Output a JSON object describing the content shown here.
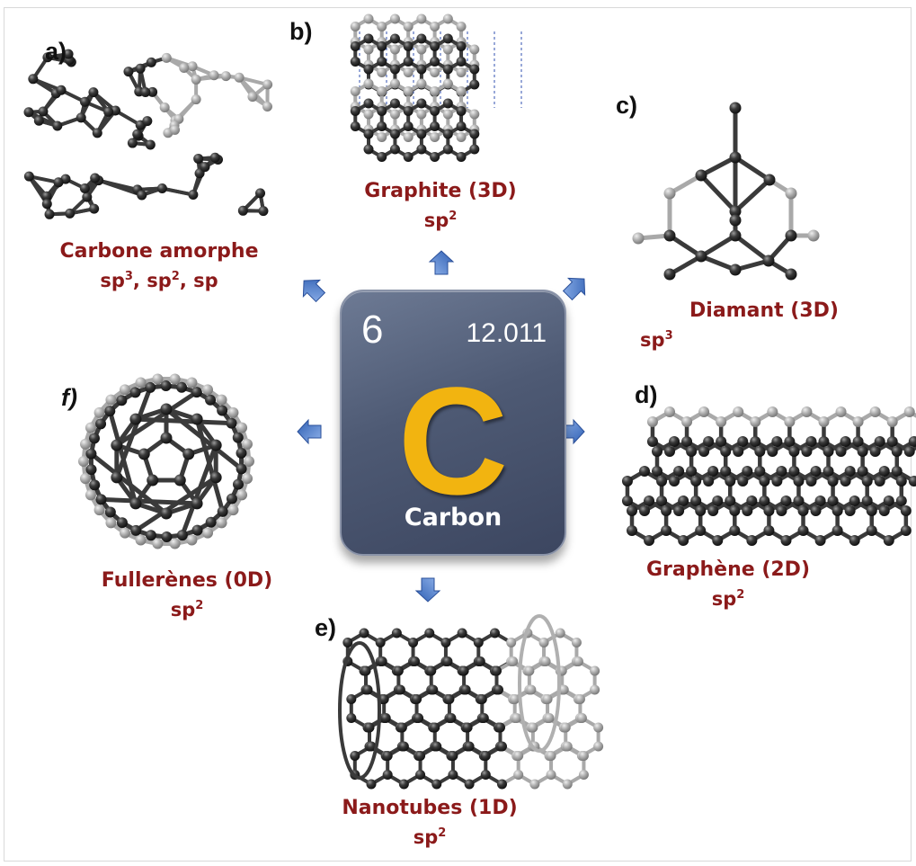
{
  "element": {
    "atomic_number": "6",
    "atomic_mass": "12.011",
    "symbol": "C",
    "name": "Carbon"
  },
  "panels": [
    {
      "letter": "a)",
      "name": "Carbone amorphe",
      "hybridization": [
        "sp3",
        "sp2",
        "sp"
      ]
    },
    {
      "letter": "b)",
      "name": "Graphite (3D)",
      "hybridization": [
        "sp2"
      ]
    },
    {
      "letter": "c)",
      "name": "Diamant (3D)",
      "hybridization": [
        "sp3"
      ]
    },
    {
      "letter": "d)",
      "name": "Graphène (2D)",
      "hybridization": [
        "sp2"
      ]
    },
    {
      "letter": "e)",
      "name": "Nanotubes (1D)",
      "hybridization": [
        "sp2"
      ]
    },
    {
      "letter": "f)",
      "name": "Fullerènes (0D)",
      "hybridization": [
        "sp2"
      ]
    }
  ],
  "colors": {
    "caption": "#8b1a1a",
    "arrow": "#4a78c8",
    "tile": "#4e5a74",
    "symbol": "#f2b410",
    "atom": "#2b2b2b"
  },
  "icons": [
    "arrow-icon",
    "molecule-structure-icon"
  ]
}
